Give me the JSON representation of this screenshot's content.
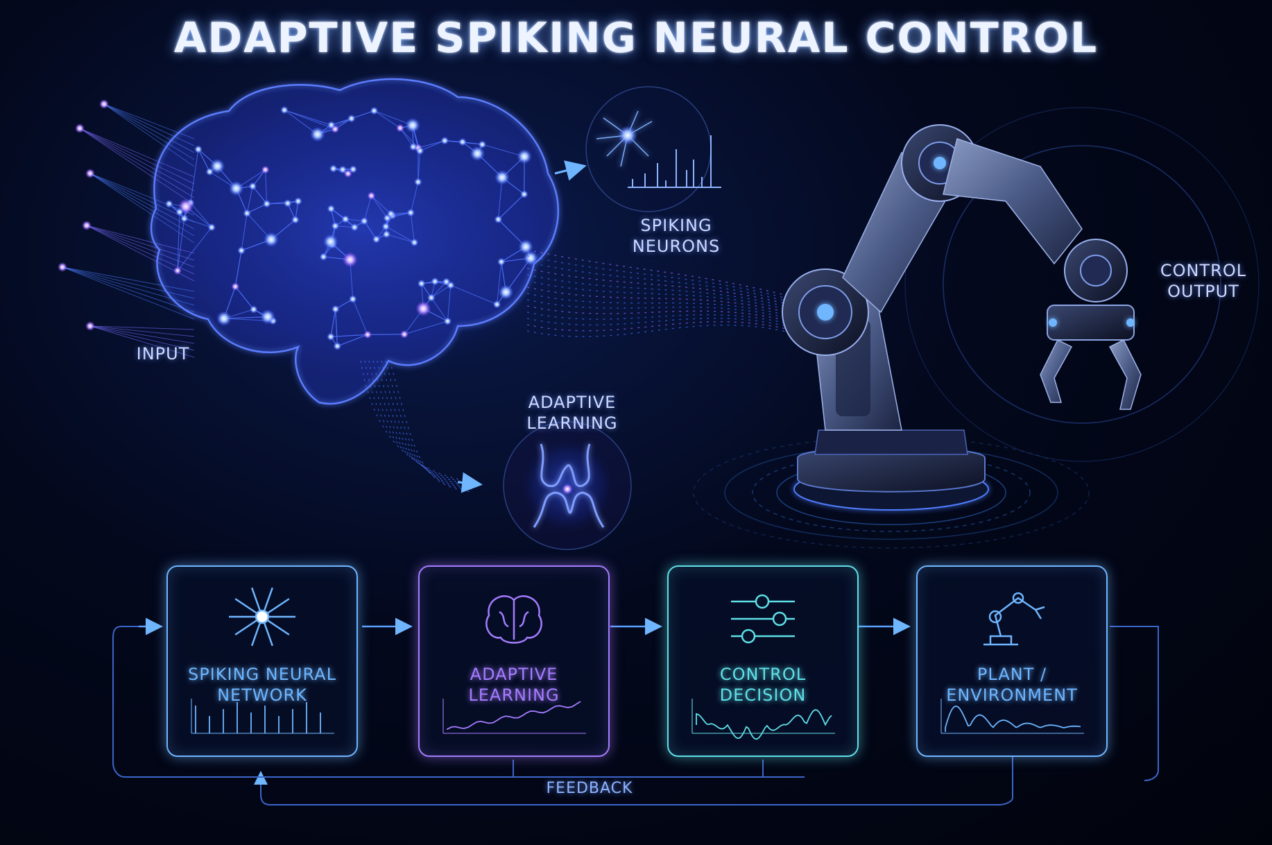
{
  "title": "ADAPTIVE SPIKING NEURAL CONTROL",
  "labels": {
    "input": "INPUT",
    "spiking_neurons": [
      "SPIKING",
      "NEURONS"
    ],
    "adaptive_learning": [
      "ADAPTIVE",
      "LEARNING"
    ],
    "control_output": [
      "CONTROL",
      "OUTPUT"
    ]
  },
  "pipeline": [
    {
      "title": [
        "SPIKING NEURAL",
        "NETWORK"
      ],
      "icon": "neuron-icon",
      "plot": "spike-train",
      "color": "#6fb6ff"
    },
    {
      "title": [
        "ADAPTIVE",
        "LEARNING"
      ],
      "icon": "brain-icon",
      "plot": "rising-curve",
      "color": "#a57cff"
    },
    {
      "title": [
        "CONTROL",
        "DECISION"
      ],
      "icon": "sliders-icon",
      "plot": "oscillation",
      "color": "#5fe0e8"
    },
    {
      "title": [
        "PLANT /",
        "ENVIRONMENT"
      ],
      "icon": "robot-arm-icon",
      "plot": "damped-response",
      "color": "#6fb6ff"
    }
  ],
  "feedback_label": "FEEDBACK",
  "colors": {
    "accent": "#3d6bff",
    "glow": "#8fb4ff",
    "purple": "#8f6cff",
    "teal": "#4fd6e0"
  }
}
